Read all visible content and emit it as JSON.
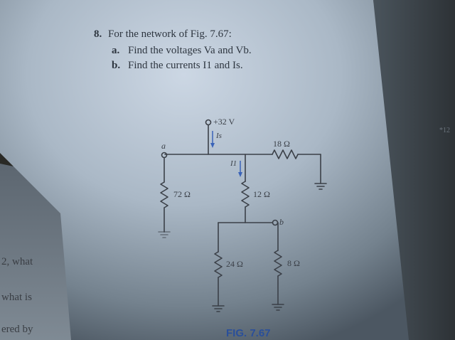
{
  "problem": {
    "number": "8.",
    "intro": "For the network of Fig. 7.67:",
    "part_a_letter": "a.",
    "part_a_text": "Find the voltages Va and Vb.",
    "part_b_letter": "b.",
    "part_b_text": "Find the currents I1 and Is."
  },
  "circuit": {
    "supply": "+32 V",
    "current_is": "Is",
    "current_i1": "I1",
    "node_a": "a",
    "node_b": "b",
    "r1": "18 Ω",
    "r2": "72 Ω",
    "r3": "12 Ω",
    "r4": "24 Ω",
    "r5": "8 Ω"
  },
  "figure_caption": "FIG. 7.67",
  "left_page": {
    "line1": "2, what",
    "line2": "what is",
    "line3": "ered by"
  },
  "right_page": {
    "marker": "*12"
  },
  "colors": {
    "page_light": "#c6d2e0",
    "page_dark": "#5a6874",
    "ink": "#2e3640",
    "arrow_blue": "#3a63b8",
    "caption_blue": "#2a4f9a"
  }
}
